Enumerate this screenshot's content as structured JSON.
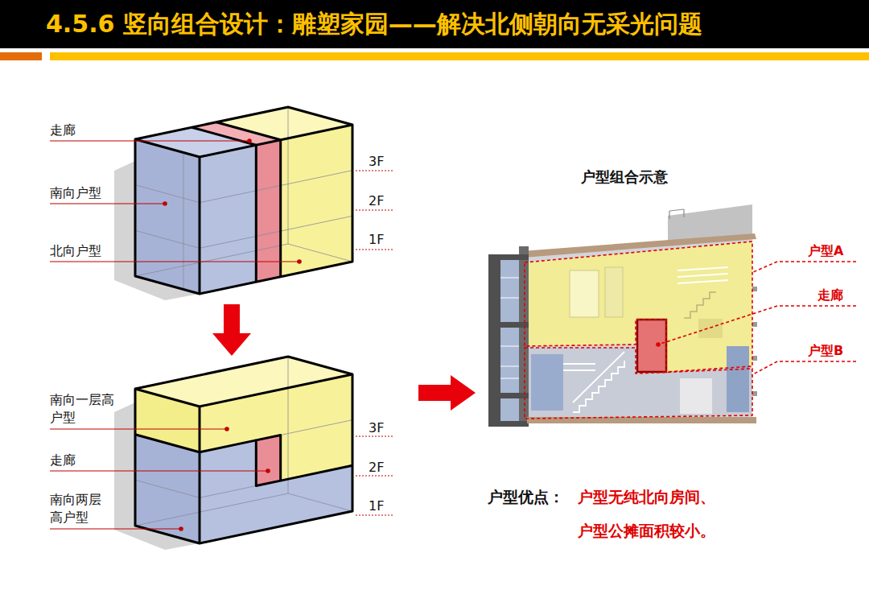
{
  "diagram": {
    "title": "4.5.6 竖向组合设计：雕塑家园——解决北侧朝向无采光问题",
    "labels": [
      "走廊",
      "南向户型",
      "北向户型",
      "3F",
      "2F",
      "1F",
      "南向一层高 户型",
      "走廊",
      "南向两层 高户型",
      "3F",
      "2F",
      "1F",
      "户型组合示意",
      "户型A",
      "走廊",
      "户型B",
      "户型优点：",
      "户型无纯北向房间、 户型公摊面积较小。"
    ]
  }
}
